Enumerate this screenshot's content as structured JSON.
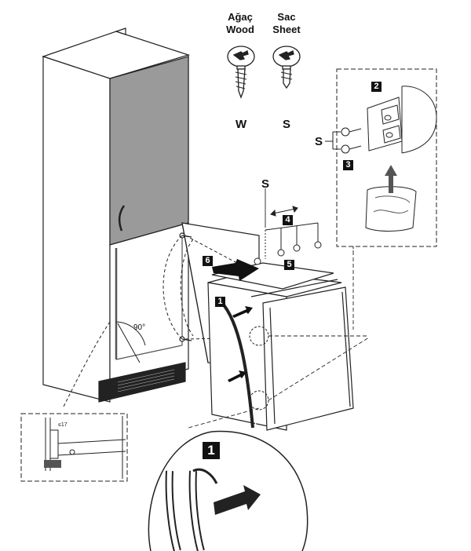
{
  "screws": {
    "wood_tr": "Ağaç",
    "wood_en": "Wood",
    "sheet_tr": "Sac",
    "sheet_en": "Sheet",
    "wood_code": "W",
    "sheet_code": "S"
  },
  "labels": {
    "s_bracket": "S",
    "s_top": "S",
    "angle": "90°",
    "gauge": "≤17"
  },
  "steps": [
    "1",
    "2",
    "3",
    "4",
    "5",
    "6"
  ],
  "callout_step": "1"
}
